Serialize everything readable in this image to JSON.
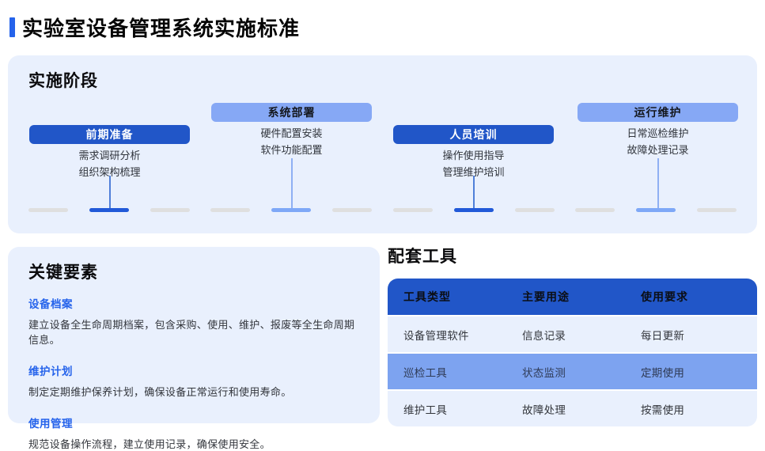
{
  "page": {
    "title": "实验室设备管理系统实施标准"
  },
  "phases_section": {
    "heading": "实施阶段",
    "phases": [
      {
        "label": "前期准备",
        "style": "dark",
        "lines": [
          "需求调研分析",
          "组织架构梳理"
        ]
      },
      {
        "label": "系统部署",
        "style": "light",
        "lines": [
          "硬件配置安装",
          "软件功能配置"
        ]
      },
      {
        "label": "人员培训",
        "style": "dark",
        "lines": [
          "操作使用指导",
          "管理维护培训"
        ]
      },
      {
        "label": "运行维护",
        "style": "light",
        "lines": [
          "日常巡检维护",
          "故障处理记录"
        ]
      }
    ],
    "timeline_dash_count": 12,
    "timeline_marker_dashes": [
      1,
      4,
      7,
      10
    ]
  },
  "key_elements_section": {
    "heading": "关键要素",
    "items": [
      {
        "title": "设备档案",
        "desc": "建立设备全生命周期档案，包含采购、使用、维护、报废等全生命周期信息。"
      },
      {
        "title": "维护计划",
        "desc": "制定定期维护保养计划，确保设备正常运行和使用寿命。"
      },
      {
        "title": "使用管理",
        "desc": "规范设备操作流程，建立使用记录，确保使用安全。"
      }
    ]
  },
  "tools_section": {
    "heading": "配套工具",
    "table": {
      "headers": [
        "工具类型",
        "主要用途",
        "使用要求"
      ],
      "rows": [
        {
          "cells": [
            "设备管理软件",
            "信息记录",
            "每日更新"
          ],
          "highlight": false
        },
        {
          "cells": [
            "巡检工具",
            "状态监测",
            "定期使用"
          ],
          "highlight": true
        },
        {
          "cells": [
            "维护工具",
            "故障处理",
            "按需使用"
          ],
          "highlight": false
        }
      ]
    }
  },
  "colors": {
    "accent": "#2563eb",
    "dark_badge": "#2156c8",
    "light_badge": "#86a8f5",
    "panel_background": "#e9f0fd",
    "highlight_row": "#7da3f0",
    "gray_dash": "#dfdfdf",
    "dark_dash": "#2159d8",
    "light_dash": "#7ea8f7"
  }
}
